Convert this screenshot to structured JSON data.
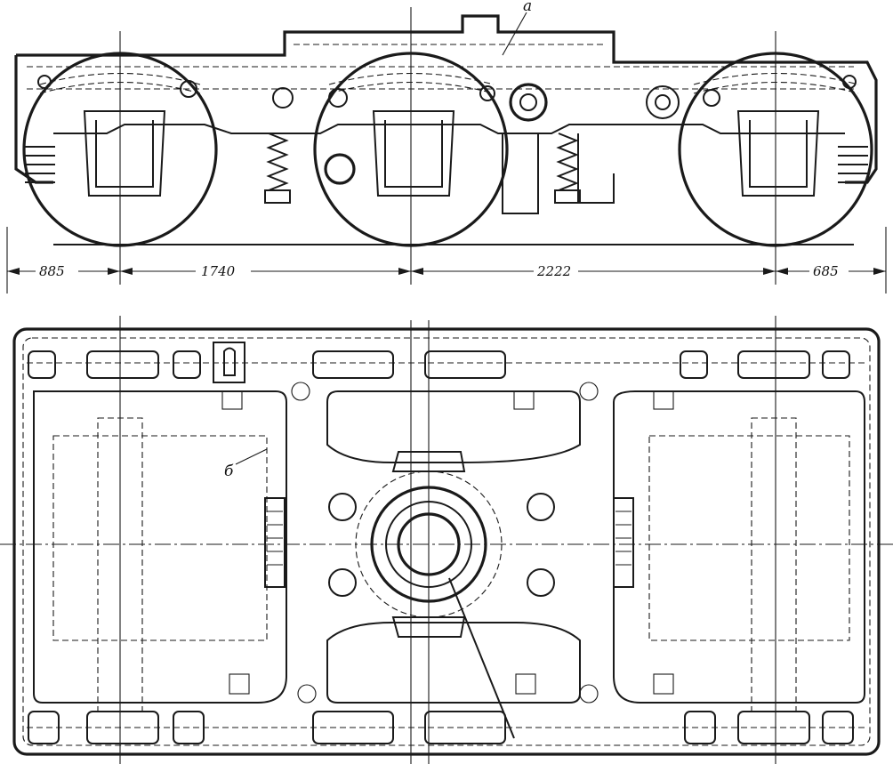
{
  "dimensions": {
    "left_overhang": "885",
    "wheelbase_1": "1740",
    "wheelbase_2": "2222",
    "right_overhang": "685"
  },
  "callouts": {
    "a": "а",
    "b": "б"
  },
  "colors": {
    "ink": "#1a1a1a",
    "paper": "#ffffff"
  }
}
